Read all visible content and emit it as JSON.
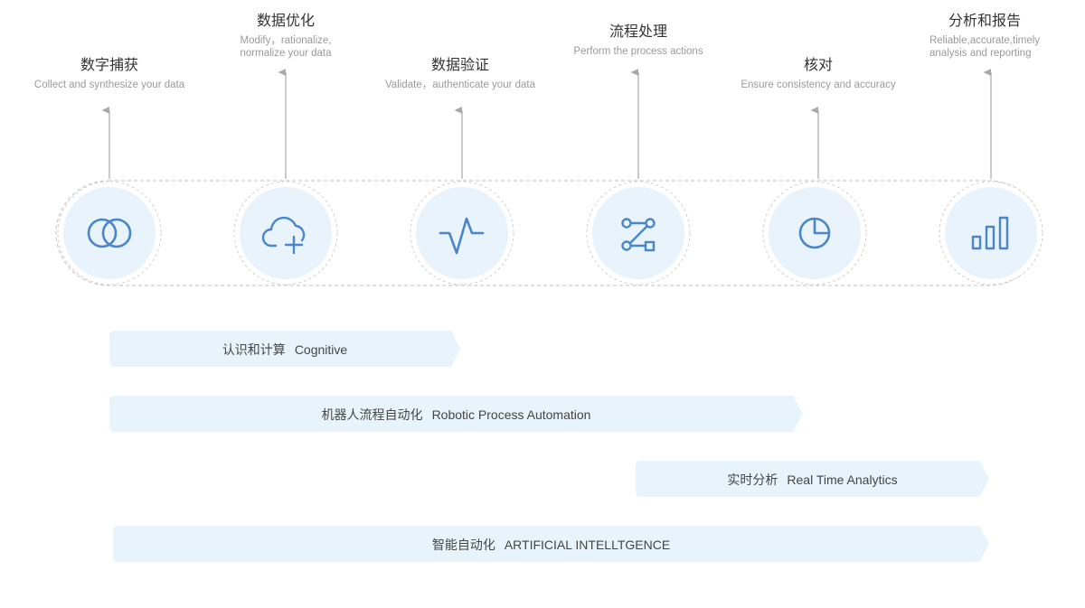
{
  "steps": [
    {
      "title": "数字捕获",
      "desc": "Collect and synthesize your data",
      "icon": "overlapping-circles-icon"
    },
    {
      "title": "数据优化",
      "desc": "Modify，rationalize,\nnormalize your data",
      "icon": "cloud-plus-icon"
    },
    {
      "title": "数据验证",
      "desc": "Validate，authenticate your data",
      "icon": "pulse-icon"
    },
    {
      "title": "流程处理",
      "desc": "Perform the process actions",
      "icon": "workflow-icon"
    },
    {
      "title": "核对",
      "desc": "Ensure consistency and accuracy",
      "icon": "pie-chart-icon"
    },
    {
      "title": "分析和报告",
      "desc": "Reliable,accurate,timely\nanalysis and reporting",
      "icon": "bar-chart-icon"
    }
  ],
  "bars": [
    {
      "zh": "认识和计算",
      "en": "Cognitive"
    },
    {
      "zh": "机器人流程自动化",
      "en": "Robotic Process Automation"
    },
    {
      "zh": "实时分析",
      "en": "Real Time Analytics"
    },
    {
      "zh": "智能自动化",
      "en": "ARTIFICIAL INTELLTGENCE"
    }
  ],
  "colors": {
    "accent": "#4a86c8",
    "circle_fill": "#e8f3fc",
    "bar_fill": "#e8f4fc",
    "dash": "#cccccc",
    "arrow": "#a8a8a8"
  }
}
